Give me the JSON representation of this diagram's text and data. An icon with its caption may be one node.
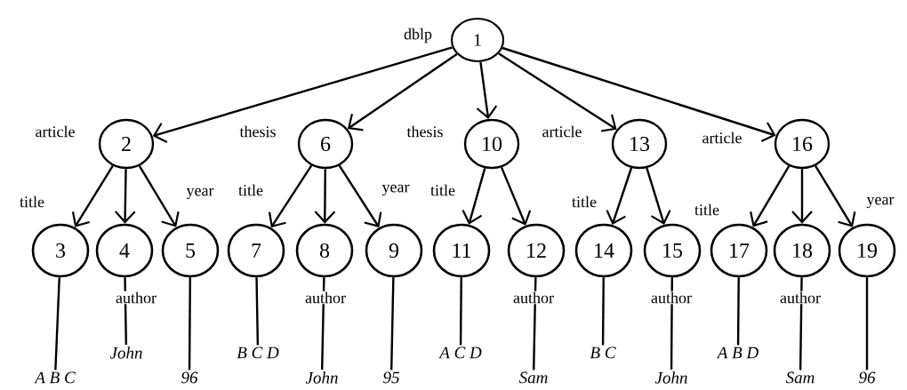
{
  "diagram": {
    "nodes": [
      {
        "text": [
          "1"
        ],
        "beside": [
          "dblp"
        ]
      },
      {
        "text": [
          "2"
        ],
        "beside": [
          "article"
        ]
      },
      {
        "text": [
          "3"
        ],
        "beside": [
          "title"
        ]
      },
      {
        "text": [
          "4"
        ],
        "beside": [
          "author"
        ]
      },
      {
        "text": [
          "5"
        ],
        "beside": [
          "year"
        ]
      },
      {
        "text": [
          "6"
        ],
        "beside": [
          "thesis"
        ]
      },
      {
        "text": [
          "7"
        ],
        "beside": [
          "title"
        ]
      },
      {
        "text": [
          "8"
        ],
        "beside": [
          "author"
        ]
      },
      {
        "text": [
          "9"
        ],
        "beside": [
          "year"
        ]
      },
      {
        "text": [
          "10"
        ],
        "beside": [
          "thesis"
        ]
      },
      {
        "text": [
          "11"
        ],
        "beside": [
          "title"
        ]
      },
      {
        "text": [
          "12"
        ],
        "beside": [
          "author"
        ]
      },
      {
        "text": [
          "13"
        ],
        "beside": [
          "article"
        ]
      },
      {
        "text": [
          "14"
        ],
        "beside": [
          "title"
        ]
      },
      {
        "text": [
          "15"
        ],
        "beside": [
          "author"
        ]
      },
      {
        "text": [
          "16"
        ],
        "beside": [
          "article"
        ]
      },
      {
        "text": [
          "17"
        ],
        "beside": [
          "title"
        ]
      },
      {
        "text": [
          "18"
        ],
        "beside": [
          "author"
        ]
      },
      {
        "text": [
          "19"
        ],
        "beside": [
          "year"
        ]
      },
      {
        "text": [
          "A B C"
        ]
      },
      {
        "text": [
          "John"
        ]
      },
      {
        "text": [
          "96"
        ]
      },
      {
        "text": [
          "B C D"
        ]
      },
      {
        "text": [
          "John"
        ]
      },
      {
        "text": [
          "95"
        ]
      },
      {
        "text": [
          "A C D"
        ]
      },
      {
        "text": [
          "Sam"
        ]
      },
      {
        "text": [
          "B C"
        ]
      },
      {
        "text": [
          "John"
        ]
      },
      {
        "text": [
          "A B D"
        ]
      },
      {
        "text": [
          "Sam"
        ]
      },
      {
        "text": [
          "96"
        ]
      }
    ],
    "edges": [
      {
        "from": 0,
        "to": 1,
        "arrow": "to"
      },
      {
        "from": 0,
        "to": 5,
        "arrow": "to"
      },
      {
        "from": 0,
        "to": 9,
        "arrow": "to"
      },
      {
        "from": 0,
        "to": 12,
        "arrow": "to"
      },
      {
        "from": 0,
        "to": 15,
        "arrow": "to"
      },
      {
        "from": 1,
        "to": 2,
        "arrow": "to"
      },
      {
        "from": 1,
        "to": 3,
        "arrow": "to"
      },
      {
        "from": 1,
        "to": 4,
        "arrow": "to"
      },
      {
        "from": 5,
        "to": 6,
        "arrow": "to"
      },
      {
        "from": 5,
        "to": 7,
        "arrow": "to"
      },
      {
        "from": 5,
        "to": 8,
        "arrow": "to"
      },
      {
        "from": 9,
        "to": 10,
        "arrow": "to"
      },
      {
        "from": 9,
        "to": 11,
        "arrow": "to"
      },
      {
        "from": 12,
        "to": 13,
        "arrow": "to"
      },
      {
        "from": 12,
        "to": 14,
        "arrow": "to"
      },
      {
        "from": 15,
        "to": 16,
        "arrow": "to"
      },
      {
        "from": 15,
        "to": 17,
        "arrow": "to"
      },
      {
        "from": 15,
        "to": 18,
        "arrow": "to"
      },
      {
        "from": 2,
        "to": 19,
        "arrow": "none"
      },
      {
        "from": 3,
        "to": 20,
        "arrow": "none"
      },
      {
        "from": 4,
        "to": 21,
        "arrow": "none"
      },
      {
        "from": 6,
        "to": 22,
        "arrow": "none"
      },
      {
        "from": 7,
        "to": 23,
        "arrow": "none"
      },
      {
        "from": 8,
        "to": 24,
        "arrow": "none"
      },
      {
        "from": 10,
        "to": 25,
        "arrow": "none"
      },
      {
        "from": 11,
        "to": 26,
        "arrow": "none"
      },
      {
        "from": 13,
        "to": 27,
        "arrow": "none"
      },
      {
        "from": 14,
        "to": 28,
        "arrow": "none"
      },
      {
        "from": 16,
        "to": 29,
        "arrow": "none"
      },
      {
        "from": 17,
        "to": 30,
        "arrow": "none"
      },
      {
        "from": 18,
        "to": 31,
        "arrow": "none"
      }
    ]
  }
}
